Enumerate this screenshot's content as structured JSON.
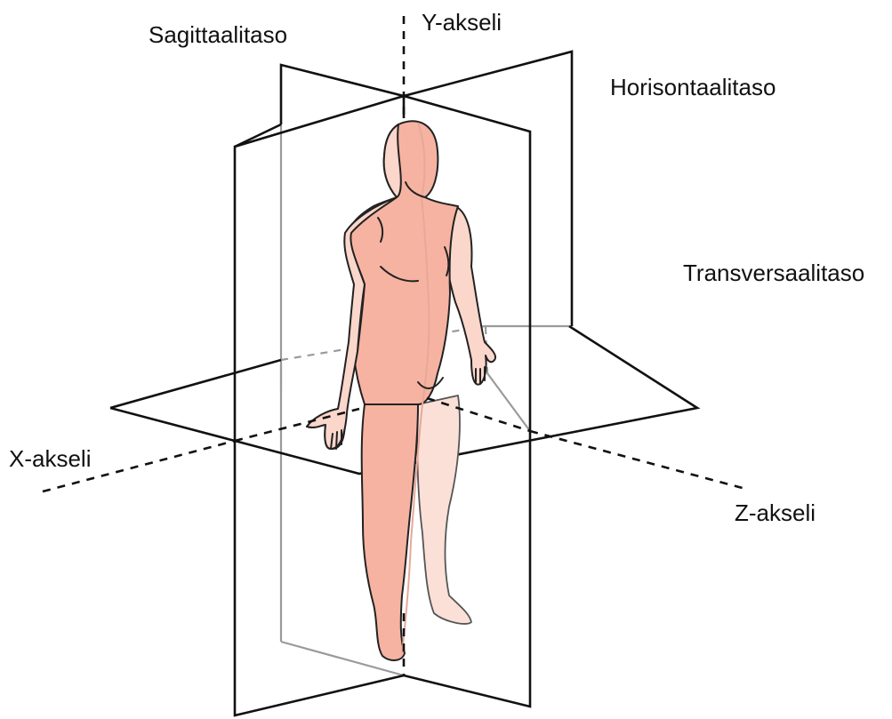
{
  "labels": {
    "sagittal_plane": "Sagittaalitaso",
    "y_axis": "Y-akseli",
    "horizontal_plane": "Horisontaalitaso",
    "transverse_plane": "Transversaalitaso",
    "x_axis": "X-akseli",
    "z_axis": "Z-akseli"
  },
  "colors": {
    "body_fill": "#f6b3a2",
    "body_light_fill": "#fbd6cb",
    "outline": "#111111",
    "back_plane_edge": "#9a9a9a"
  }
}
